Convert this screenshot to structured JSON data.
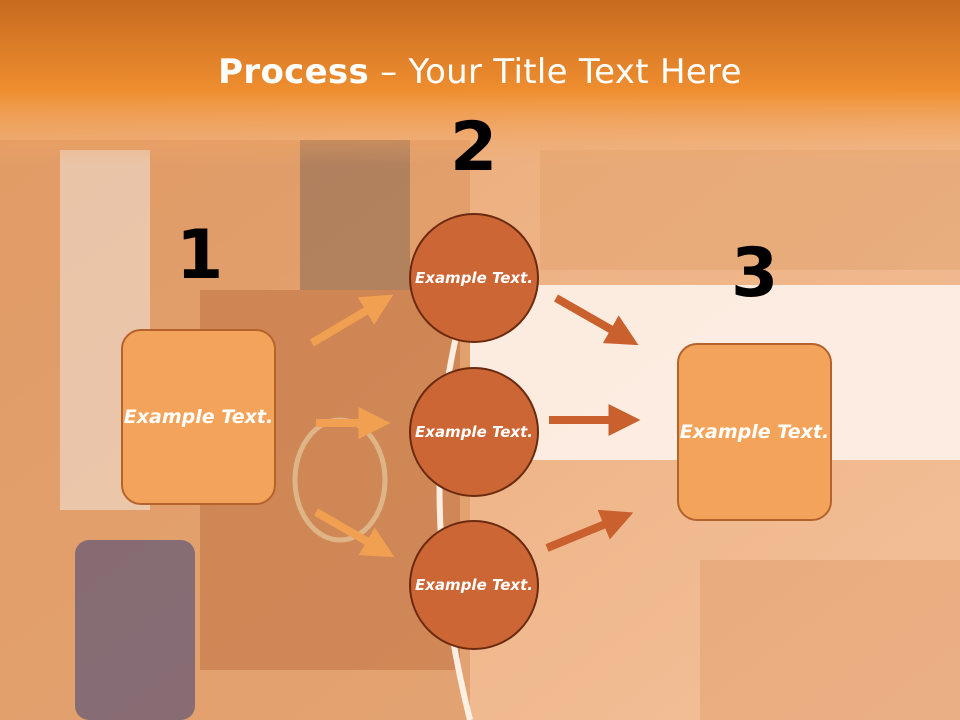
{
  "slide": {
    "title_bold": "Process",
    "title_rest": " – Your Title Text Here",
    "step_numbers": [
      "1",
      "2",
      "3"
    ],
    "left_box": "Example Text.",
    "circles": [
      "Example Text.",
      "Example Text.",
      "Example Text."
    ],
    "right_box": "Example Text.",
    "colors": {
      "header": "#e8852c",
      "box_fill": "#f4a45a",
      "circle_fill": "#cc6634",
      "arrow_left": "#f0a050",
      "arrow_right": "#c9602e"
    }
  }
}
